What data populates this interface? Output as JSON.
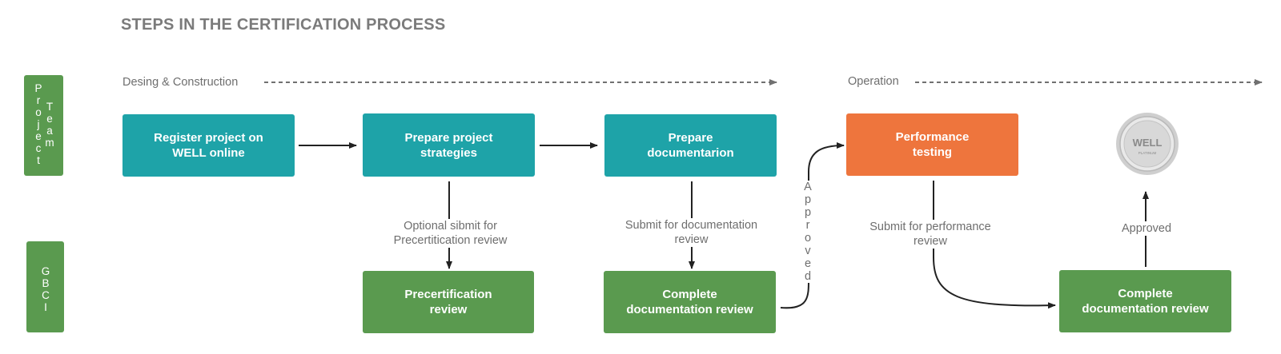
{
  "title": "STEPS IN THE CERTIFICATION PROCESS",
  "phases": {
    "design": "Desing & Construction",
    "operation": "Operation"
  },
  "lanes": {
    "project_team": "Project Team",
    "gbci": "GBCI"
  },
  "steps": {
    "register": "Register project on\nWELL online",
    "prepare_strategies": "Prepare project\nstrategies",
    "prepare_documentation": "Prepare\ndocumentarion",
    "performance_testing": "Performance\ntesting",
    "precert_review": "Precertification\nreview",
    "complete_doc_review_1": "Complete\ndocumentation review",
    "complete_doc_review_2": "Complete\ndocumentation review"
  },
  "labels": {
    "optional_submit": "Optional sibmit for\nPrecertitication review",
    "submit_documentation": "Submit for documentation\nreview",
    "approved_vertical": "Approved",
    "submit_performance": "Submit for performance\nreview",
    "approved": "Approved"
  },
  "badge": {
    "brand": "WELL",
    "level": "PLATINUM"
  },
  "colors": {
    "teal": "#1ea3a8",
    "green": "#5a9a4f",
    "orange": "#ee753d",
    "text_gray": "#6e6e6e"
  }
}
